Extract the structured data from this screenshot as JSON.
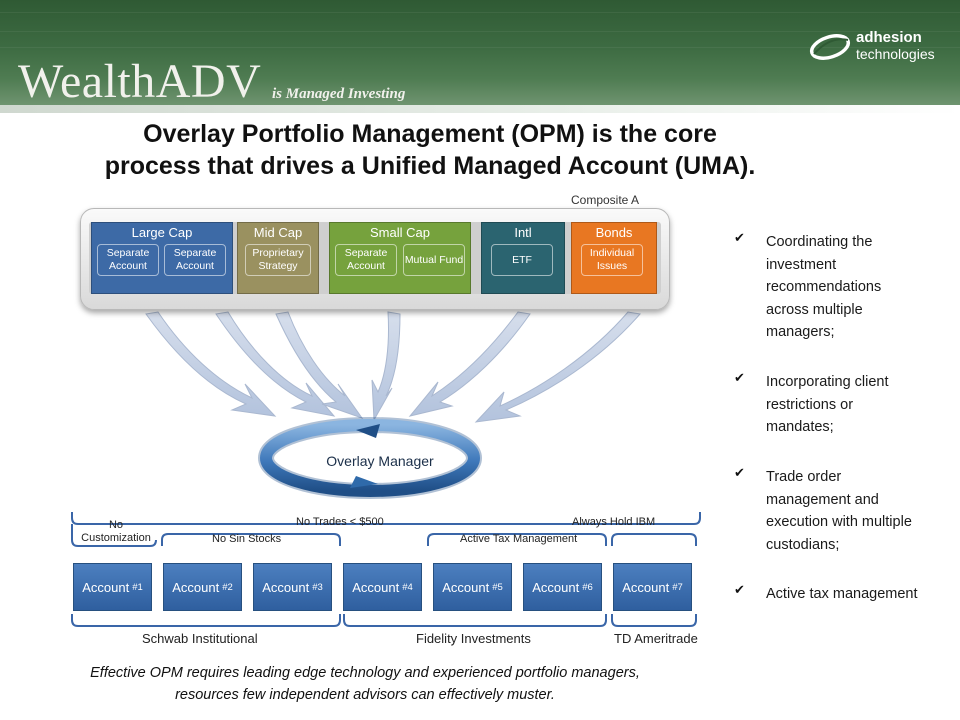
{
  "header": {
    "logo": "WealthADV",
    "tagline": "is Managed Investing",
    "brand_name": "adhesion",
    "brand_sub": "technologies"
  },
  "title": {
    "line1": "Overlay Portfolio Management (OPM) is the core",
    "line2": "process that drives a Unified Managed Account (UMA)."
  },
  "diagram": {
    "composite_label": "Composite A",
    "categories": [
      {
        "name": "Large Cap",
        "color": "#3d6aa6",
        "items": [
          "Separate Account",
          "Separate Account"
        ]
      },
      {
        "name": "Mid Cap",
        "color": "#9a9160",
        "items": [
          "Proprietary Strategy"
        ]
      },
      {
        "name": "Small Cap",
        "color": "#76a23d",
        "items": [
          "Separate Account",
          "Mutual Fund"
        ]
      },
      {
        "name": "Intl",
        "color": "#2b6470",
        "items": [
          "ETF"
        ]
      },
      {
        "name": "Bonds",
        "color": "#e87722",
        "items": [
          "Individual Issues"
        ]
      }
    ],
    "overlay_manager": "Overlay Manager",
    "restrictions": [
      {
        "label": "No Trades < $500"
      },
      {
        "label": "Always Hold IBM"
      },
      {
        "label": "No Customization"
      },
      {
        "label": "No Sin Stocks"
      },
      {
        "label": "Active Tax Management"
      }
    ],
    "accounts": [
      {
        "label": "Account",
        "number": "#1"
      },
      {
        "label": "Account",
        "number": "#2"
      },
      {
        "label": "Account",
        "number": "#3"
      },
      {
        "label": "Account",
        "number": "#4"
      },
      {
        "label": "Account",
        "number": "#5"
      },
      {
        "label": "Account",
        "number": "#6"
      },
      {
        "label": "Account",
        "number": "#7"
      }
    ],
    "custodians": [
      "Schwab Institutional",
      "Fidelity Investments",
      "TD Ameritrade"
    ]
  },
  "bullets": [
    {
      "lines": [
        "Coordinating the",
        "investment",
        "recommendations",
        "across multiple",
        "managers;"
      ]
    },
    {
      "lines": [
        "Incorporating client",
        "restrictions or",
        "mandates;"
      ]
    },
    {
      "lines": [
        "Trade order",
        "management and",
        "execution with multiple",
        "custodians;"
      ]
    },
    {
      "lines": [
        "Active tax management"
      ]
    }
  ],
  "footnote": {
    "line1": "Effective OPM requires leading edge technology and experienced portfolio managers,",
    "line2": "resources few independent advisors can effectively muster."
  }
}
